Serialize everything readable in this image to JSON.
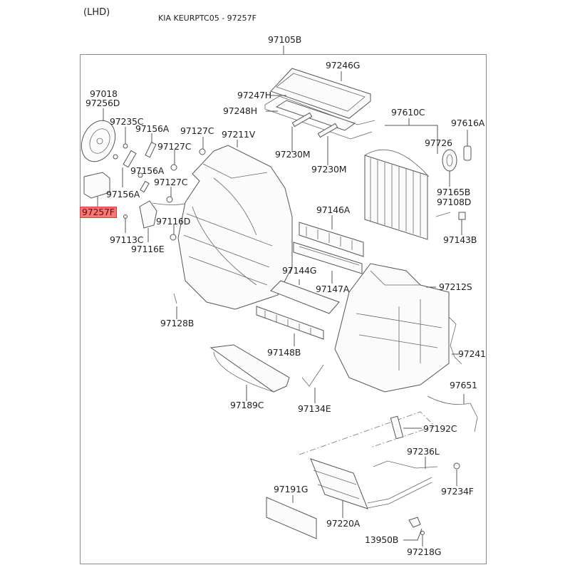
{
  "header": {
    "region": "(LHD)",
    "model_title": "KIA KEURPTC05 - 97257F"
  },
  "diagram": {
    "highlight_color": "#f07a7a",
    "highlighted_part": "97257F",
    "labels": {
      "top_assembly": "97105B",
      "p97018": "97018",
      "p97256D": "97256D",
      "p97235C": "97235C",
      "p97156A_1": "97156A",
      "p97127C_1": "97127C",
      "p97127C_2": "97127C",
      "p97211V": "97211V",
      "p97156A_2": "97156A",
      "p97127C_3": "97127C",
      "p97156A_3": "97156A",
      "p97257F": "97257F",
      "p97116D": "97116D",
      "p97113C": "97113C",
      "p97116E": "97116E",
      "p97246G": "97246G",
      "p97247H": "97247H",
      "p97248H": "97248H",
      "p97230M_1": "97230M",
      "p97230M_2": "97230M",
      "p97610C": "97610C",
      "p97616A": "97616A",
      "p97726": "97726",
      "p97165B": "97165B",
      "p97108D": "97108D",
      "p97143B": "97143B",
      "p97146A": "97146A",
      "p97144G": "97144G",
      "p97147A": "97147A",
      "p97212S": "97212S",
      "p97128B": "97128B",
      "p97148B": "97148B",
      "p97241": "97241",
      "p97189C": "97189C",
      "p97134E": "97134E",
      "p97651": "97651",
      "p97192C": "97192C",
      "p97236L": "97236L",
      "p97191G": "97191G",
      "p97234F": "97234F",
      "p97220A": "97220A",
      "p13950B": "13950B",
      "p97218G": "97218G"
    }
  }
}
